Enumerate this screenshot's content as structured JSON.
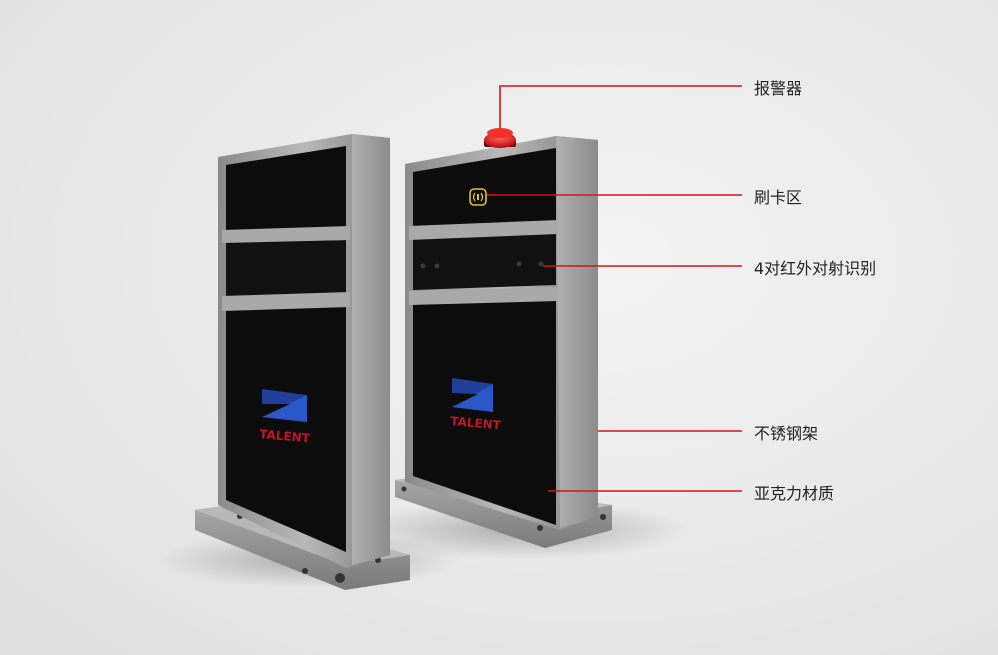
{
  "callouts": [
    {
      "key": "alarm",
      "label": "报警器"
    },
    {
      "key": "card_area",
      "label": "刷卡区"
    },
    {
      "key": "infrared",
      "label": "4对红外对射识别"
    },
    {
      "key": "steel_frame",
      "label": "不锈钢架"
    },
    {
      "key": "acrylic",
      "label": "亚克力材质"
    }
  ],
  "brand": {
    "logo_text": "TALENT"
  },
  "colors": {
    "callout_line": "#d8121a",
    "alarm": "#e0161c",
    "panel": "#0c0c0c",
    "steel": "#9a9a9a",
    "logo_blue": "#1f3f9a",
    "logo_text": "#c0162a",
    "card_icon": "#e6c21a"
  }
}
